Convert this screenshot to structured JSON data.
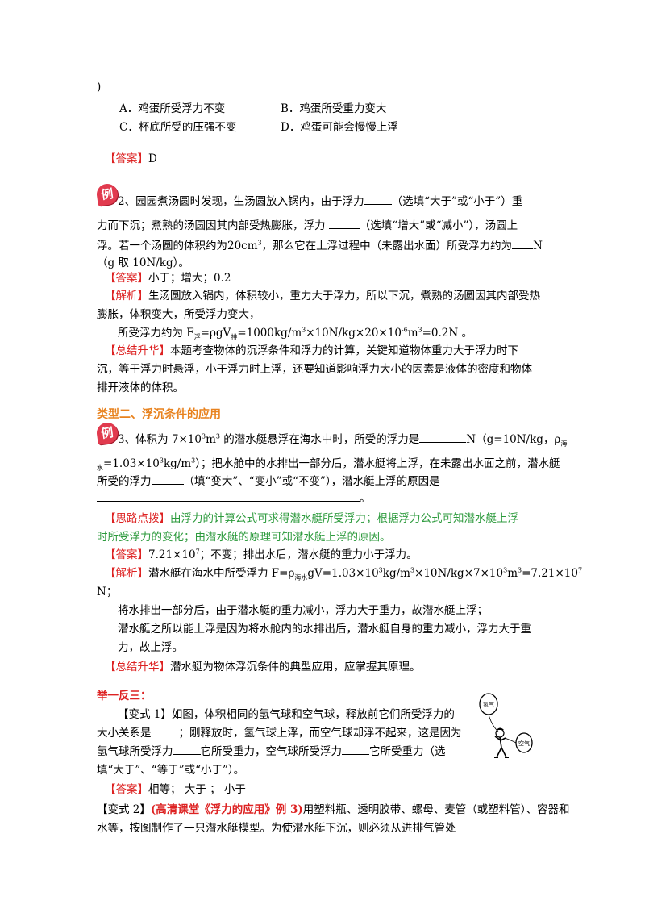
{
  "q1": {
    "paren": ")",
    "optA": "A．鸡蛋所受浮力不变",
    "optB": "B．鸡蛋所受重力变大",
    "optC": "C．杯底所受的压强不变",
    "optD": "D．鸡蛋可能会慢慢上浮",
    "ans_tag": "【答案】",
    "ans_val": "D"
  },
  "ex2": {
    "badge": "例",
    "line1a": "2、园园煮汤圆时发现，生汤圆放入锅内，由于浮力",
    "line1b": "（选填“大于”或“小于”）重",
    "line2a": "力而下沉；煮熟的汤圆因其内部受热膨胀，浮力 ",
    "line2b": "（选填“增大”或“减小”），汤圆上",
    "line3a": "浮。若一个汤圆的体积约为20cm",
    "line3sup": "3",
    "line3b": "，那么它在上浮过程中（未露出水面）所受浮力约为",
    "line3c": "N",
    "line4": "（g  取 10N/kg）。",
    "ans_tag": "【答案】",
    "ans_val": "小于；增大；0.2",
    "jx_tag": "【解析】",
    "jx1": "生汤圆放入锅内，体积较小，重力大于浮力，所以下沉，煮熟的汤圆因其内部受热",
    "jx2": "膨胀，体积变大，所受浮力变大，",
    "jx3a": "所受浮力约为 F",
    "jx3sub1": "浮",
    "jx3b": "=ρgV",
    "jx3sub2": "排",
    "jx3c": "=1000kg/m",
    "jx3sup1": "3",
    "jx3d": "×10N/kg×20×10",
    "jx3sup2": "-6",
    "jx3e": "m",
    "jx3sup3": "3",
    "jx3f": "=0.2N  。",
    "zj_tag": "【总结升华】",
    "zj1": "本题考查物体的沉浮条件和浮力的计算，关键知道物体重力大于浮力时下",
    "zj2": "沉，等于浮力时悬浮，小于浮力时上浮，还要知道影响浮力大小的因素是液体的密度和物体",
    "zj3": "排开液体的体积。"
  },
  "type2": {
    "heading": "类型二、浮沉条件的应用"
  },
  "ex3": {
    "badge": "例",
    "line1a": "3、体积为 7×10",
    "line1sup1": "3",
    "line1b": "m",
    "line1sup2": "3",
    "line1c": " 的潜水艇悬浮在海水中时，所受的浮力是",
    "line1d": "N（g=10N/kg，ρ",
    "line1sub": "海",
    "line2sub": "水",
    "line2a": "=1.03×10",
    "line2sup": "3",
    "line2b": "kg/m",
    "line2sup2": "3",
    "line2c": "）；把水舱中的水排出一部分后，潜水艇将上浮，在未露出水面之前，潜水艇",
    "line3a": "所受的浮力",
    "line3b": "（填“变大”、“变小”或“不变”），潜水艇上浮的原因是",
    "line4": "。",
    "sl_tag": "【思路点拨】",
    "sl1": "由浮力的计算公式可求得潜水艇所受浮力；根据浮力公式可知潜水艇上浮",
    "sl2": "时所受浮力的变化；由潜水艇的原理可知潜水艇上浮的原因。",
    "ans_tag": "【答案】",
    "ans_a": "7.21×10",
    "ans_sup": "7",
    "ans_b": "；不变；排出水后，潜水艇的重力小于浮力。",
    "jx_tag": "【解析】",
    "jx1a": "潜水艇在海水中所受浮力 F=ρ",
    "jx1sub1": "海水",
    "jx1b": "gV=1.03×10",
    "jx1sup1": "3",
    "jx1c": "kg/m",
    "jx1sup2": "3",
    "jx1d": "×10N/kg×7×10",
    "jx1sup3": "3",
    "jx1e": "m",
    "jx1sup4": "3",
    "jx1f": "=7.21×10",
    "jx1sup5": "7",
    "jx2": "N；",
    "jx3": "将水排出一部分后，由于潜水艇的重力减小，浮力大于重力，故潜水艇上浮；",
    "jx4": "潜水艇之所以能上浮是因为将水舱内的水排出后，潜水艇自身的重力减小，浮力大于重",
    "jx5": "力，故上浮。",
    "zj_tag": "【总结升华】",
    "zj": "潜水艇为物体浮沉条件的典型应用，应掌握其原理。"
  },
  "jyfs": {
    "heading": "举一反三："
  },
  "bs1": {
    "l1": "【变式 1】如图，体积相同的氢气球和空气球，释放前它们所受浮力的",
    "l2a": "大小关系是",
    "l2b": "；刚释放时，氢气球上浮，而空气球却浮不起来，这是因为",
    "l3a": "氢气球所受浮力",
    "l3b": "它所受重力，空气球所受浮力",
    "l3c": "它所受重力（选",
    "l4": "填“大于”、“等于”或“小于”）。",
    "balloon1": "氢气",
    "balloon2": "空气",
    "ans_tag": "【答案】",
    "ans_val": "相等；    大于  ；     小于"
  },
  "bs2": {
    "tag": "【变式 2】",
    "link": "(高清课堂《浮力的应用》例 3)",
    "l1": "用塑料瓶、透明胶带、螺母、麦管（或塑料管）、容器和",
    "l2": "水等，按图制作了一只潜水艇模型。为使潜水艇下沉，则必须从进排气管处"
  }
}
